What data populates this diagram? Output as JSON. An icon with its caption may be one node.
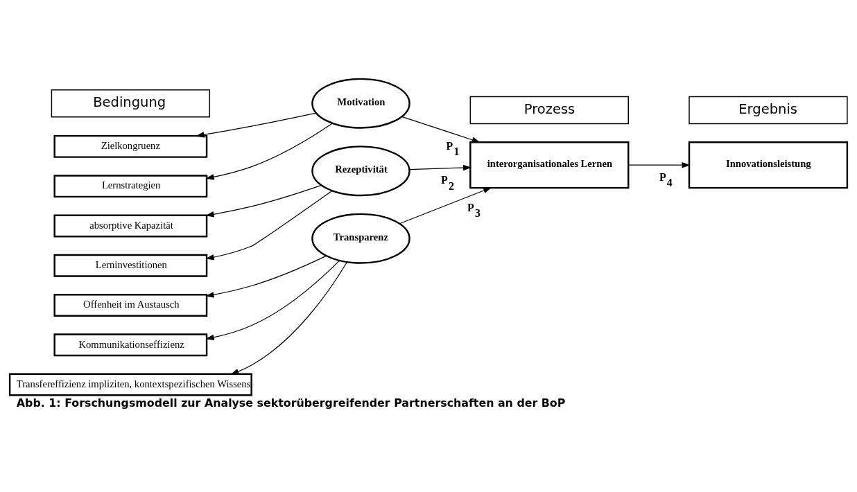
{
  "diagram": {
    "caption": "Abb. 1: Forschungsmodell zur Analyse sektorübergreifender Partnerschaften an der BoP",
    "nodes": [
      {
        "text": [
          "Bedingung"
        ]
      },
      {
        "text": [
          "Prozess"
        ]
      },
      {
        "text": [
          "Ergebnis"
        ]
      },
      {
        "text": [
          "Zielkongruenz"
        ]
      },
      {
        "text": [
          "Motivation"
        ]
      },
      {
        "text": [
          "Lernstrategien"
        ]
      },
      {
        "text": [
          "absorptive Kapazität"
        ]
      },
      {
        "text": [
          "Rezeptivität"
        ]
      },
      {
        "text": [
          "Lerninvestitionen"
        ]
      },
      {
        "text": [
          "Offenheit im Austausch"
        ]
      },
      {
        "text": [
          "Kommunikationseffizienz"
        ]
      },
      {
        "text": [
          "Transparenz"
        ]
      },
      {
        "text": [
          "Transfereffizienz impliziten, kontextspezifischen Wissens"
        ]
      },
      {
        "text": [
          "interorganisationales Lernen"
        ]
      },
      {
        "text": [
          "Innovationsleistung"
        ]
      }
    ],
    "edges": [
      {
        "from": 4,
        "to": 3,
        "arrow": "to"
      },
      {
        "from": 4,
        "to": 5,
        "arrow": "to"
      },
      {
        "from": 7,
        "to": 6,
        "arrow": "to"
      },
      {
        "from": 7,
        "to": 8,
        "arrow": "to"
      },
      {
        "from": 11,
        "to": 9,
        "arrow": "to"
      },
      {
        "from": 11,
        "to": 10,
        "arrow": "to"
      },
      {
        "from": 11,
        "to": 12,
        "arrow": "to"
      },
      {
        "from": 4,
        "to": 13,
        "arrow": "to",
        "label": "P$_{1}$"
      },
      {
        "from": 7,
        "to": 13,
        "arrow": "to",
        "label": "P$_{2}$"
      },
      {
        "from": 11,
        "to": 13,
        "arrow": "to",
        "label": "P$_{3}$"
      },
      {
        "from": 13,
        "to": 14,
        "arrow": "to",
        "label": "P$_{4}$"
      }
    ]
  }
}
